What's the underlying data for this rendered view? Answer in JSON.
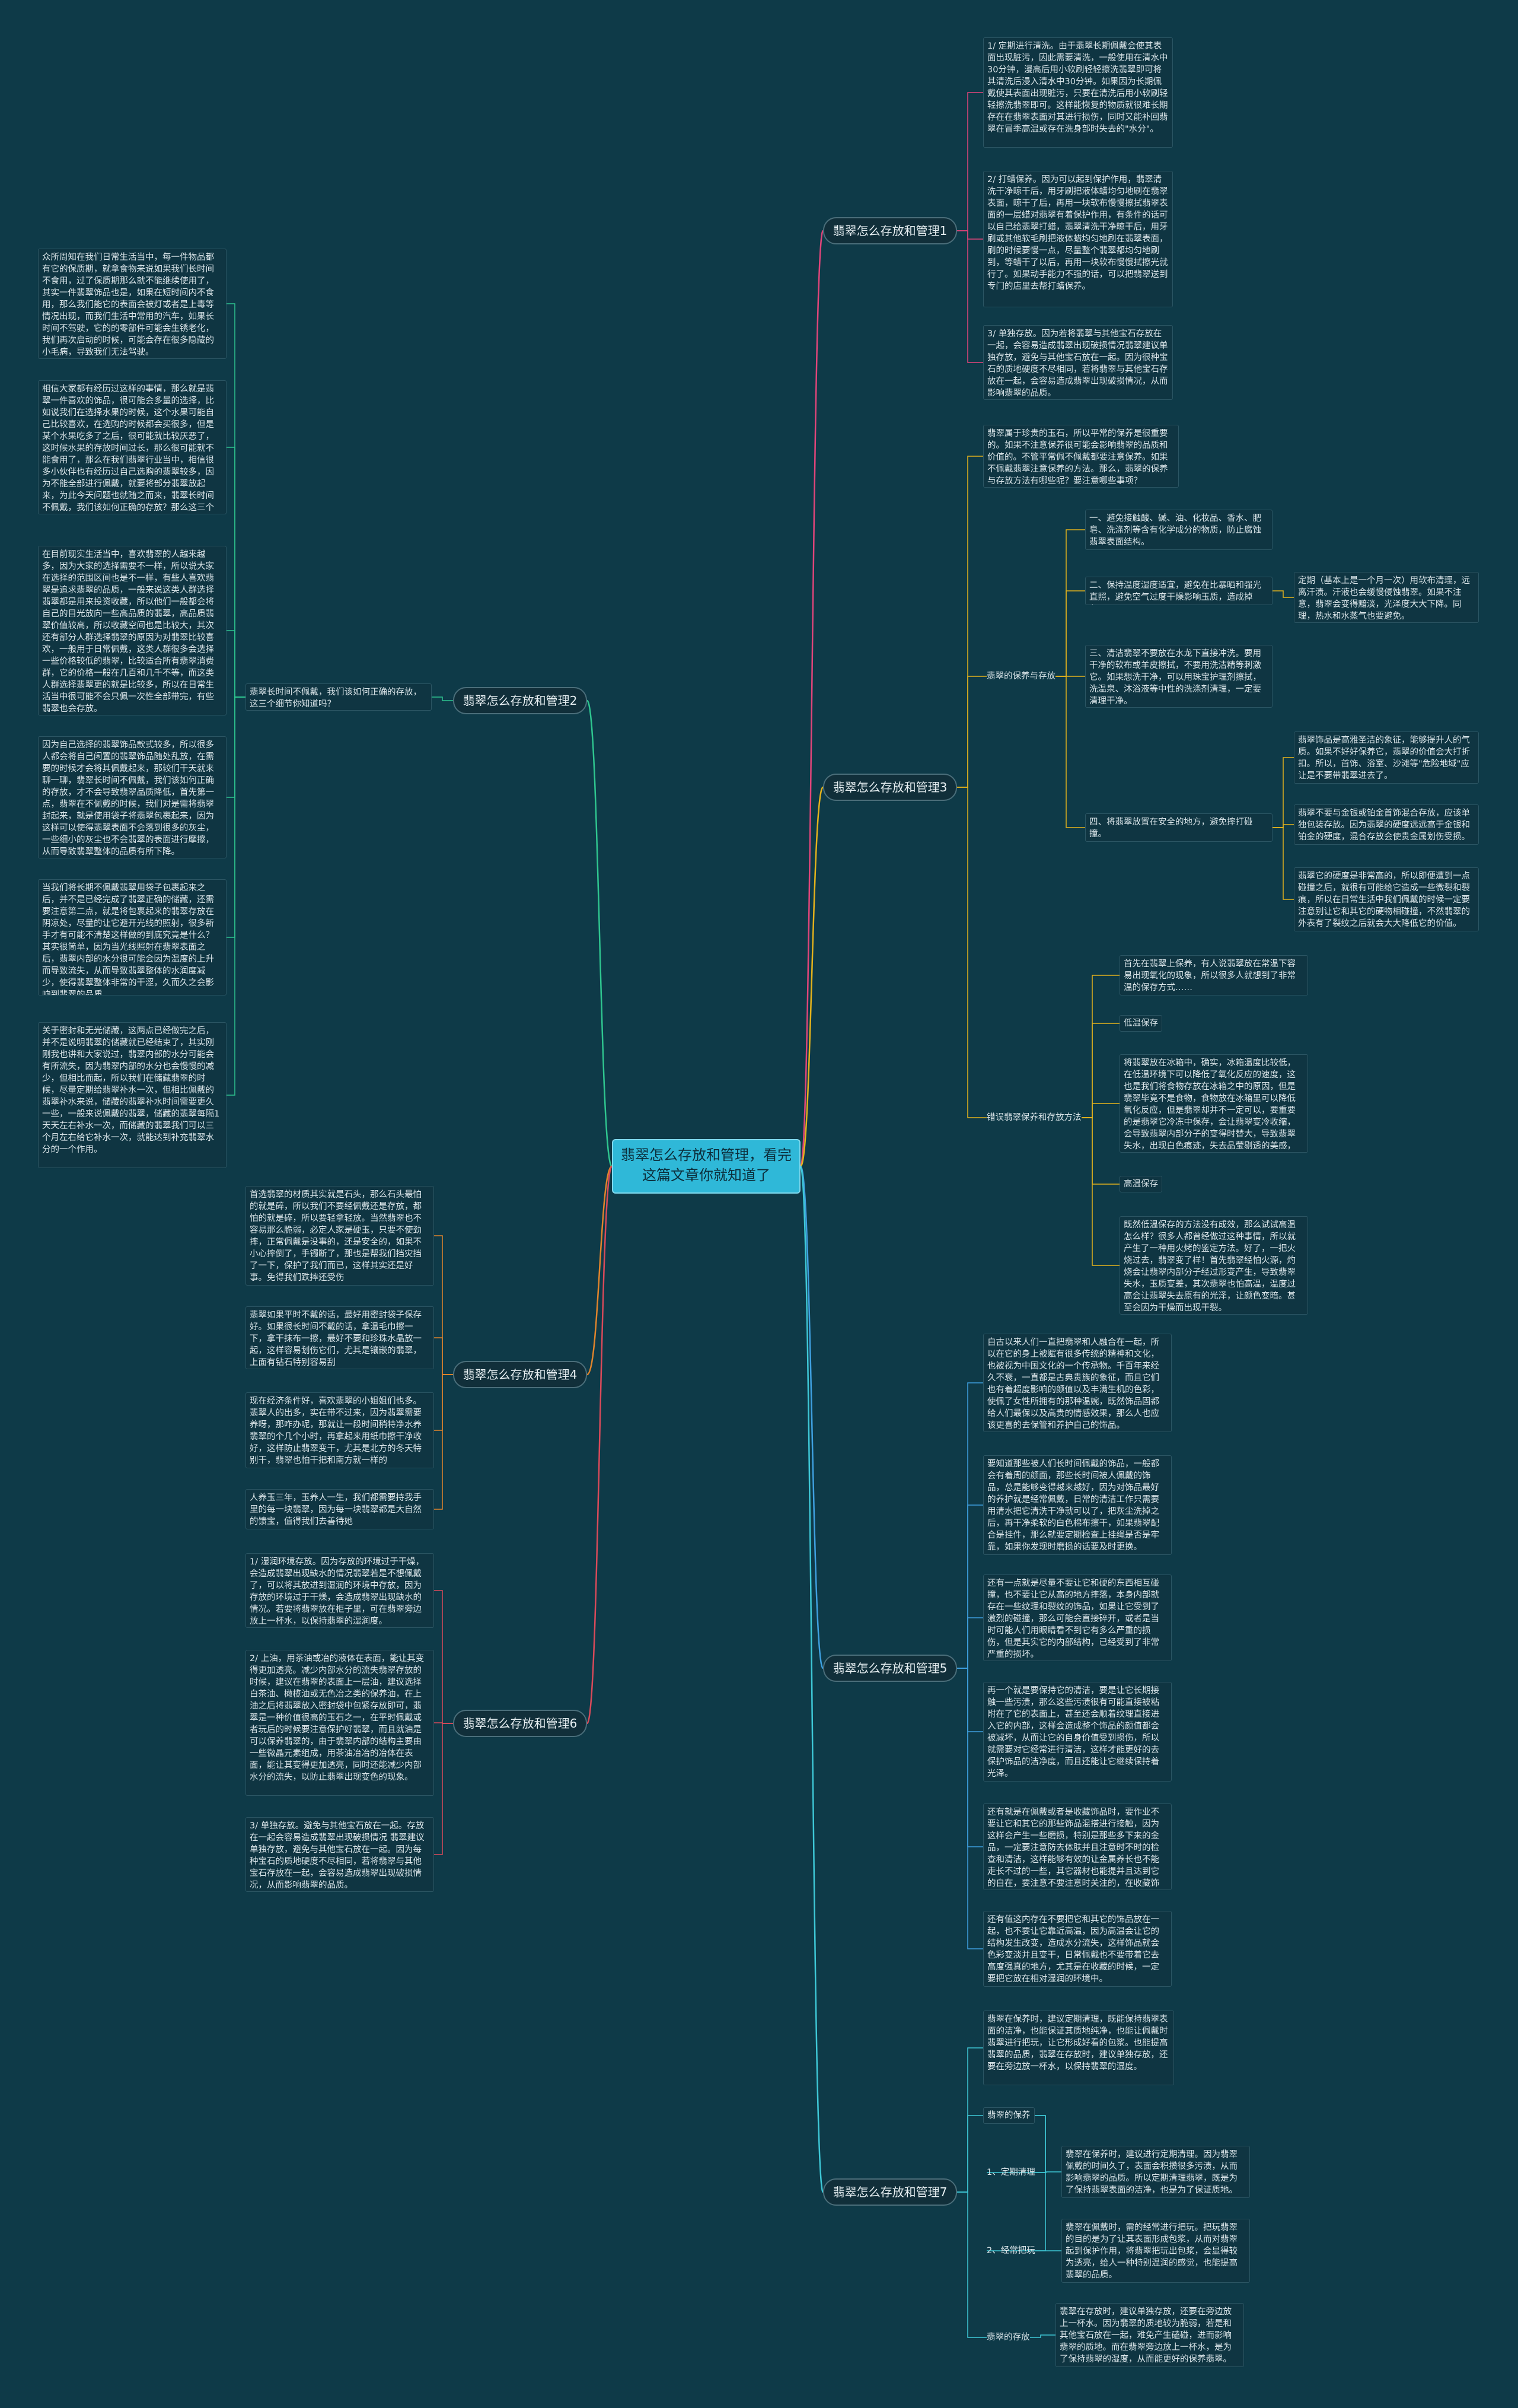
{
  "colors": {
    "background": "#0e3a48",
    "central": "#2fb8d8",
    "b1": "#e0457a",
    "b2": "#2fc58f",
    "b3": "#e3b21c",
    "b4": "#e0842c",
    "b5": "#3fa0e0",
    "b6": "#d94a5a",
    "b7": "#3ec7d6"
  },
  "central": "翡翠怎么存放和管理，看完这篇文章你就知道了",
  "b1": {
    "label": "翡翠怎么存放和管理1",
    "items": [
      "1/ 定期进行清洗。由于翡翠长期佩戴会使其表面出现脏污，因此需要清洗，一般使用在清水中30分钟，漫高后用小软刷轻轻擦洗翡翠即可将其清洗后浸入清水中30分钟。如果因为长期佩戴使其表面出现脏污，只要在清洗后用小软刷轻轻擦洗翡翠即可。这样能恢复的物质就很难长期存在在翡翠表面对其进行损伤，同时又能补回翡翠在冒季高温或存在洗身部时失去的\"水分\"。",
      "2/ 打蜡保养。因为可以起到保护作用，翡翠清洗干净晾干后，用牙刷把液体蜡均匀地刷在翡翠表面，晾干了后，再用一块软布慢慢擦拭翡翠表面的一层蜡对翡翠有着保护作用，有条件的话可以自己给翡翠打蜡，翡翠清洗干净晾干后，用牙刷或其他软毛刷把液体蜡均匀地刷在翡翠表面，刷的时候要慢一点，尽量整个翡翠都均匀地刷到，等蜡干了以后，再用一块软布慢慢拭擦光就行了。如果动手能力不强的话，可以把翡翠送到专门的店里去帮打蜡保养。",
      "3/ 单独存放。因为若将翡翠与其他宝石存放在一起，会容易造成翡翠出现破损情况翡翠建议单独存放，避免与其他宝石放在一起。因为很种宝石的质地硬度不尽相同，若将翡翠与其他宝石存放在一起，会容易造成翡翠出现破损情况，从而影响翡翠的品质。"
    ]
  },
  "b2": {
    "label": "翡翠怎么存放和管理2",
    "question": "翡翠长时间不佩戴，我们该如何正确的存放，这三个细节你知道吗？",
    "items": [
      "众所周知在我们日常生活当中，每一件物品都有它的保质期，就拿食物来说如果我们长时间不食用，过了保质期那么就不能继续使用了，其实一件翡翠饰品也是，如果在短时间内不食用，那么我们能它的表面会被灯或者是上毒等情况出现，而我们生活中常用的汽车，如果长时间不驾驶，它的的零部件可能会生锈老化，我们再次启动的时候，可能会存在很多隐藏的小毛病，导致我们无法驾驶。",
      "相信大家都有经历过这样的事情，那么就是翡翠一件喜欢的饰品，很可能会多量的选择，比如说我们在选择水果的时候，这个水果可能自己比较喜欢，在选购的时候都会买很多，但是某个水果吃多了之后，很可能就比较厌恶了，这时候水果的存放时间过长，那么很可能就不能食用了，那么在我们翡翠行业当中，相信很多小伙伴也有经历过自己选购的翡翠较多，因为不能全部进行佩戴，就要将部分翡翠放起来，为此今天问题也就随之而来，翡翠长时间不佩戴，我们该如何正确的存放？那么这三个细节你知道吗？",
      "在目前现实生活当中，喜欢翡翠的人越来越多，因为大家的选择需要不一样，所以说大家在选择的范围区间也是不一样，有些人喜欢翡翠是追求翡翠的品质，一般来说这类人群选择翡翠都是用来投资收藏，所以他们一般都会将自己的目光放向一些高品质的翡翠，高品质翡翠价值较高，所以收藏空间也是比较大，其次还有部分人群选择翡翠的原因为对翡翠比较喜欢，一般用于日常佩戴，这类人群很多会选择一些价格较低的翡翠，比较适合所有翡翠消费群，它的价格一般在几百和几千不等，而这类人群选择翡翠更的就是比较多，所以在日常生活当中很可能不会只佩一次性全部带完，有些翡翠也会存放。",
      "因为自己选择的翡翠饰品款式较多，所以很多人都会将自己闲置的翡翠饰品随处乱放，在需要的时候才会将其佩戴起来，那较们干天就来聊一聊，翡翠长时间不佩戴，我们该如何正确的存放，才不会导致翡翠品质降低，首先第一点，翡翠在不佩戴的时候，我们对是需将翡翠封起来，就是使用袋子将翡翠包裹起来，因为这样可以使得翡翠表面不会落到很多的灰尘，一些细小的灰尘也不会翡翠的表面进行摩擦，从而导致翡翠整体的品质有所下降。",
      "当我们将长期不佩戴翡翠用袋子包裹起来之后，并不是已经完成了翡翠正确的储藏，还需要注意第二点，就是将包裹起来的翡翠存放在阴凉处，尽量的让它避开光线的照射，很多新手才有可能不清楚这样做的到底究竟是什么？其实很简单，因为当光线照射在翡翠表面之后，翡翠内部的水分很可能会因为温度的上升而导致流失，从而导致翡翠整体的水润度减少，使得翡翠整体非常的干涩，久而久之会影响到翡翠的品质。",
      "关于密封和无光储藏，这两点已经做完之后，并不是说明翡翠的储藏就已经结束了，其实刚刚我也讲和大家说过，翡翠内部的水分可能会有所流失，因为翡翠内部的水分也会慢慢的减少，但相比而起，所以我们在储藏翡翠的时候，尽量定期给翡翠补水一次，但相比佩戴的翡翠补水来说，储藏的翡翠补水时间需要更久一些，一般来说佩戴的翡翠，储藏的翡翠每隔1天天左右补水一次，而储藏的翡翠我们可以三个月左右给它补水一次，就能达到补充翡翠水分的一个作用。"
    ]
  },
  "b3": {
    "label": "翡翠怎么存放和管理3",
    "intro": "翡翠属于珍贵的玉石，所以平常的保养是很重要的。如果不注意保养很可能会影响翡翠的品质和价值的。不管平常佩不佩戴都要注意保养。如果不佩戴翡翠注意保养的方法。那么，翡翠的保养与存放方法有哪些呢？要注意哪些事项？",
    "care": {
      "label": "翡翠的保养与存放",
      "items": [
        "一、避免接触酸、碱、油、化妆品、香水、肥皂、洗涤剂等含有化学成分的物质，防止腐蚀翡翠表面结构。",
        "二、保持温度湿度适宜，避免在比暴晒和强光直照，避免空气过度干燥影响玉质，造成掉色。",
        "三、清洁翡翠不要放在水龙下直接冲洗。要用干净的软布或羊皮擦拭，不要用洗洁精等刺激它。如果想洗干净，可以用珠宝护理剂擦拭，洗温泉、沐浴液等中性的洗涤剂清理，一定要清理干净。",
        "四、将翡翠放置在安全的地方，避免摔打碰撞。"
      ],
      "sub2": "定期（基本上是一个月一次）用软布清理，远离汗渍。汗液也会缓慢侵蚀翡翠。如果不注意，翡翠会变得黯淡，光泽度大大下降。同理，热水和水蒸气也要避免。",
      "sub4": [
        "翡翠饰品是高雅圣洁的象征，能够提升人的气质。如果不好好保养它，翡翠的价值会大打折扣。所以，首饰、浴室、沙滩等\"危险地域\"应让是不要带翡翠进去了。",
        "翡翠不要与金银或铂金首饰混合存放，应该单独包装存放。因为翡翠的硬度远远高于金银和铂金的硬度，混合存放会使贵金属划伤受损。",
        "翡翠它的硬度是非常高的，所以即便遭到一点碰撞之后，就很有可能给它造成一些微裂和裂痕，所以在日常生活中我们佩戴的时候一定要注意别让它和其它的硬物相碰撞，不然翡翠的外表有了裂纹之后就会大大降低它的价值。"
      ]
    },
    "mistakes": {
      "label": "错误翡翠保养和存放方法",
      "items": [
        "首先在翡翠上保养，有人说翡翠放在常温下容易出现氧化的现象，所以很多人就想到了非常温的保存方式……",
        "低温保存",
        "将翡翠放在冰箱中，确实，冰箱温度比较低，在低温环境下可以降低了氧化反应的速度，这也是我们将食物存放在冰箱之中的原因，但是翡翠毕竟不是食物，食物放在冰箱里可以降低氧化反应，但是翡翠却并不一定可以，要重要的是翡翠它冷冻中保存，会让翡翠变冷收缩，会导致翡翠内部分子的变得时替大，导致翡翠失水，出现白色痕迹，失去晶莹剔透的美感，冰冷的翡翠从冰箱中拿出来置于常温环境，由于温差，产生裂纹，甚至是断裂！",
        "高温保存",
        "既然低温保存的方法没有成效，那么试试高温怎么样？很多人都曾经做过这种事情，所以就产生了一种用火烤的鉴定方法。好了，一把火烧过去，翡翠变了样！首先翡翠经怕火源，灼烧会让翡翠内部分子经过形变产生，导致翡翠失水，玉质变差，其次翡翠也怕高温，温度过高会让翡翠失去原有的光泽，让颜色变暗。甚至会因为干燥而出现干裂。"
      ]
    }
  },
  "b4": {
    "label": "翡翠怎么存放和管理4",
    "items": [
      "首选翡翠的材质其实就是石头，那么石头最怕的就是碎，所以我们不要经佩戴还是存放，都怕的就是碎，所以要轻拿轻放。当然翡翠也不容易那么脆弱，必定人家是硬玉，只要不使劲摔，正常佩戴是没事的，还是安全的，如果不小心摔倒了，手镯断了，那也是帮我们挡灾挡了一下，保护了我们而已，这样其实还是好事。免得我们跌摔还受伤",
      "翡翠如果平时不戴的话，最好用密封袋子保存好。如果很长时间不戴的话，拿温毛巾擦一下，拿干抹布一擦，最好不要和珍珠水晶放一起，这样容易划伤它们，尤其是镶嵌的翡翠，上面有钻石特别容易刮",
      "现在经济条件好，喜欢翡翠的小姐姐们也多。翡翠人的出多，实在带不过来，因为翡翠需要养呀，那咋办呢，那就让一段时间稍特净水养翡翠的个几个小时，再拿起来用纸巾擦干净收好，这样防止翡翠变干，尤其是北方的冬天特别干，翡翠也怕干把和南方就一样的",
      "人养玉三年，玉养人一生，我们都需要持我手里的每一块翡翠，因为每一块翡翠都是大自然的馈宝，值得我们去善待她"
    ]
  },
  "b5": {
    "label": "翡翠怎么存放和管理5",
    "items": [
      "自古以来人们一直把翡翠和人融合在一起，所以在它的身上被赋有很多传统的精神和文化，也被视为中国文化的一个传承物。千百年来经久不衰，一直都是古典贵族的象征，而且它们也有着超度影响的颜值以及丰满生机的色彩，使佩了女性所拥有的那种温婉，既然饰品固都给人们最保以及高贵的情感效果，那么人也应该更喜的去保管和养护自己的饰品。",
      "要知道那些被人们长时间佩戴的饰品，一般都会有着周的颜面，那些长时间被人佩戴的饰品，总是能够变得越来越好，因为对饰品最好的养护就是经常佩戴，日常的清洁工作只需要用清水把它清洗干净就可以了，把灰尘洗掉之后，再干净柔软的白色棉布擦干，如果翡翠配合是挂件，那么就要定期检查上挂绳是否是牢靠，如果你发现时磨损的话要及时更换。",
      "还有一点就是尽量不要让它和硬的东西相互碰撞，也不要让它从高的地方摔落，本身内部就存在一些纹理和裂纹的饰品，如果让它受到了激烈的碰撞，那么可能会直接碎开，或者是当时可能人们用眼睛看不到它有多么严重的损伤，但是其实它的内部结构，已经受到了非常严重的损坏。",
      "再一个就是要保持它的清洁，要是让它长期接触一些污渍，那么这些污渍很有可能直接被粘附在了它的表面上，甚至还会顺着纹理直接进入它的内部，这样会造成整个饰品的颜值都会被减坏，从而让它的自身价值受到损伤，所以就需要对它经常进行清洁，这样才能更好的去保护饰品的洁净度，而且还能让它继续保持着光泽。",
      "还有就是在佩戴或者是收藏饰品时，要作业不要让它和其它的那些饰品混搭进行接触，因为这样会产生一些磨损，特别是那些多下来的金品，一定要注意防去体肤并且注意时不时的检查和清洁，这样能够有效的让金属养长也不能走长不过的一些，其它器材也能提并且达到它的自在，要注意不要注意时关注的，在收藏饰品的时候使用进行盒是下次调节于不要的，特别要注意它不要被混入到别的首饰盒中去，并且给它进行清洁干净，所以，被抹上铜线可以通过一些棉花来进行保护，金属首饰要检查和调整它的各个扣部是否有松动。",
      "还有值这内存在不要把它和其它的饰品放在一起，也不要让它靠近高温，因为高温会让它的结构发生改变，造成水分流失，这样饰品就会色彩变淡并且变干，日常佩戴也不要带着它去高度强真的地方，尤其是在收藏的时候，一定要把它放在相对湿润的环境中。"
    ]
  },
  "b6": {
    "label": "翡翠怎么存放和管理6",
    "items": [
      "1/ 湿润环境存放。因为存放的环境过于干燥，会造成翡翠出现缺水的情况翡翠若是不想佩戴了，可以将其放进到湿润的环境中存放，因为存放的环境过于干燥，会造成翡翠出现缺水的情况。若要将翡翠放在柜子里，可在翡翠旁边放上一杯水，以保持翡翠的湿润度。",
      "2/ 上油，用茶油或冶的液体在表面，能让其变得更加透亮。减少内部水分的流失翡翠存放的时候，建议在翡翠的表面上一层油，建议选择白茶油、橄榄油或无色冶之类的保养油，在上油之后将翡翠放入密封袋中包紧存放即可，翡翠是一种价值很高的玉石之一，在平时佩戴或者玩后的时候要注意保护好翡翠，而且就油是可以保养翡翠的，由于翡翠内部的结构主要由一些微晶元素组成，用茶油冶冶的冶体在表面，能让其变得更加透亮，同时还能减少内部水分的流失，以防止翡翠出现变色的现象。",
      "3/ 单独存放。避免与其他宝石放在一起。存放在一起会容易造成翡翠出现破损情况 翡翠建议单独存放，避免与其他宝石放在一起。因为每种宝石的质地硬度不尽相同，若将翡翠与其他宝石存放在一起，会容易造成翡翠出现破损情况，从而影响翡翠的品质。"
    ]
  },
  "b7": {
    "label": "翡翠怎么存放和管理7",
    "intro": "翡翠在保养时，建议定期清理，既能保持翡翠表面的洁净，也能保证其质地纯净，也能让佩戴时翡翠进行把玩，让它形成好看的包浆。也能提高翡翠的品质，翡翠在存放时，建议单独存放，还要在旁边放一杯水，以保持翡翠的湿度。",
    "care_label": "翡翠的保养",
    "care": [
      {
        "label": "1、定期清理",
        "text": "翡翠在保养时，建议进行定期清理。因为翡翠佩戴的时间久了，表面会积攒很多污渍，从而影响翡翠的品质。所以定期清理翡翠，既是为了保持翡翠表面的洁净，也是为了保证质地。"
      },
      {
        "label": "2、经常把玩",
        "text": "翡翠在佩戴时，需的经常进行把玩。把玩翡翠的目的是为了让其表面形成包浆，从而对翡翠起到保护作用，将翡翠把玩出包浆，会显得较为透亮，给人一种特别温润的感觉，也能提高翡翠的品质。"
      }
    ],
    "store_label": "翡翠的存放",
    "store_text": "翡翠在存放时，建议单独存放，还要在旁边放上一杯水。因为翡翠的质地较为脆弱，若是和其他宝石放在一起，难免产生磕碰，进而影响翡翠的质地。而在翡翠旁边放上一杯水，是为了保持翡翠的湿度，从而能更好的保养翡翠。"
  }
}
